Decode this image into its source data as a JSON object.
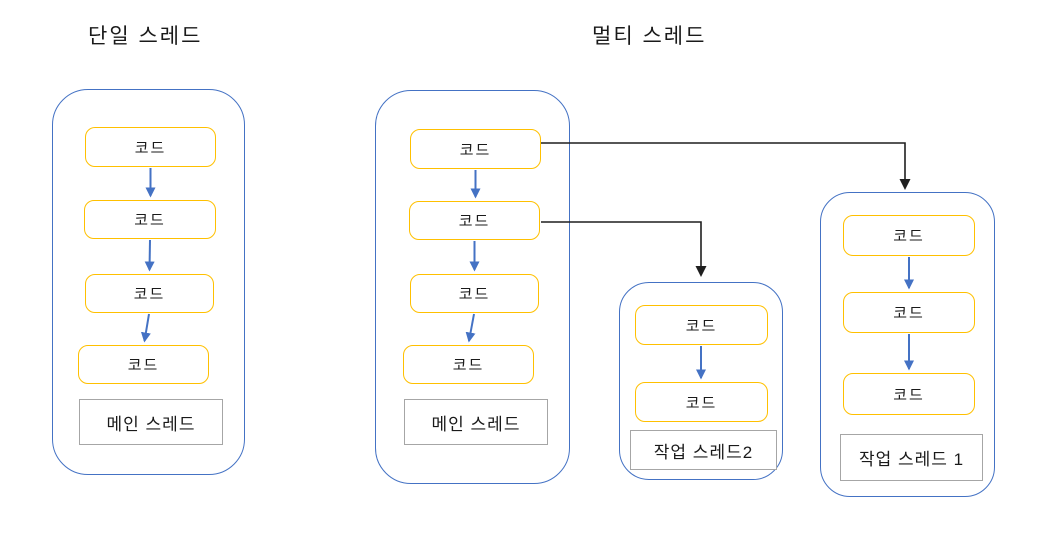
{
  "colors": {
    "container_border": "#4472C4",
    "code_box_border": "#FFC000",
    "label_box_border": "#A6A6A6",
    "flow_arrow": "#4472C4",
    "spawn_connector": "#1F1F1F",
    "text": "#1A1A1A"
  },
  "diagram": {
    "single": {
      "title": "단일 스레드",
      "main_thread": {
        "label": "메인 스레드",
        "code_boxes": [
          "코드",
          "코드",
          "코드",
          "코드"
        ]
      }
    },
    "multi": {
      "title": "멀티 스레드",
      "main_thread": {
        "label": "메인 스레드",
        "code_boxes": [
          "코드",
          "코드",
          "코드",
          "코드"
        ]
      },
      "worker_thread_2": {
        "label": "작업 스레드2",
        "code_boxes": [
          "코드",
          "코드"
        ]
      },
      "worker_thread_1": {
        "label": "작업 스레드 1",
        "code_boxes": [
          "코드",
          "코드",
          "코드"
        ]
      }
    }
  }
}
